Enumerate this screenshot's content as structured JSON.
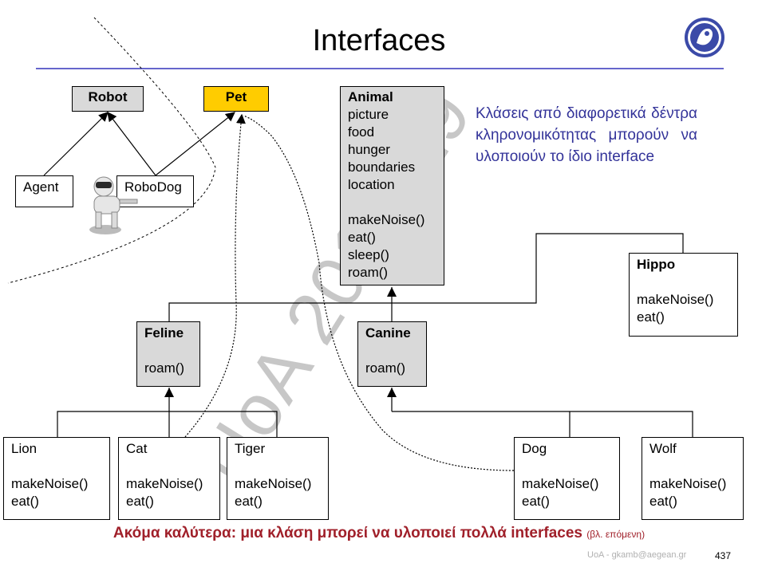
{
  "slide": {
    "title": "Interfaces",
    "page_number": "437",
    "footer": "UoA - gkamb@aegean.gr",
    "watermark": "UoA 2018-19"
  },
  "note": "Κλάσεις από διαφορετικά δέντρα κληρονομικότητας μπορούν να υλοποιούν το ίδιο interface",
  "bottom_line": {
    "text": "Ακόμα καλύτερα: μια κλάση μπορεί να υλοποιεί πολλά interfaces",
    "aside": "(βλ. επόμενη)"
  },
  "classes": {
    "robot": {
      "name": "Robot"
    },
    "pet": {
      "name": "Pet"
    },
    "agent": {
      "name": "Agent"
    },
    "robodog": {
      "name": "RoboDog"
    },
    "animal": {
      "name": "Animal",
      "fields": [
        "picture",
        "food",
        "hunger",
        "boundaries",
        "location"
      ],
      "methods": [
        "makeNoise()",
        "eat()",
        "sleep()",
        "roam()"
      ]
    },
    "hippo": {
      "name": "Hippo",
      "methods": [
        "makeNoise()",
        "eat()"
      ]
    },
    "feline": {
      "name": "Feline",
      "methods": [
        "roam()"
      ]
    },
    "canine": {
      "name": "Canine",
      "methods": [
        "roam()"
      ]
    },
    "lion": {
      "name": "Lion",
      "methods": [
        "makeNoise()",
        "eat()"
      ]
    },
    "cat": {
      "name": "Cat",
      "methods": [
        "makeNoise()",
        "eat()"
      ]
    },
    "tiger": {
      "name": "Tiger",
      "methods": [
        "makeNoise()",
        "eat()"
      ]
    },
    "dog": {
      "name": "Dog",
      "methods": [
        "makeNoise()",
        "eat()"
      ]
    },
    "wolf": {
      "name": "Wolf",
      "methods": [
        "makeNoise()",
        "eat()"
      ]
    }
  },
  "colors": {
    "interface_fill": "#ffcc00",
    "abstract_fill": "#d9d9d9",
    "note_text": "#333399",
    "bottom_text": "#a0202a",
    "title_rule": "#6666cc"
  }
}
